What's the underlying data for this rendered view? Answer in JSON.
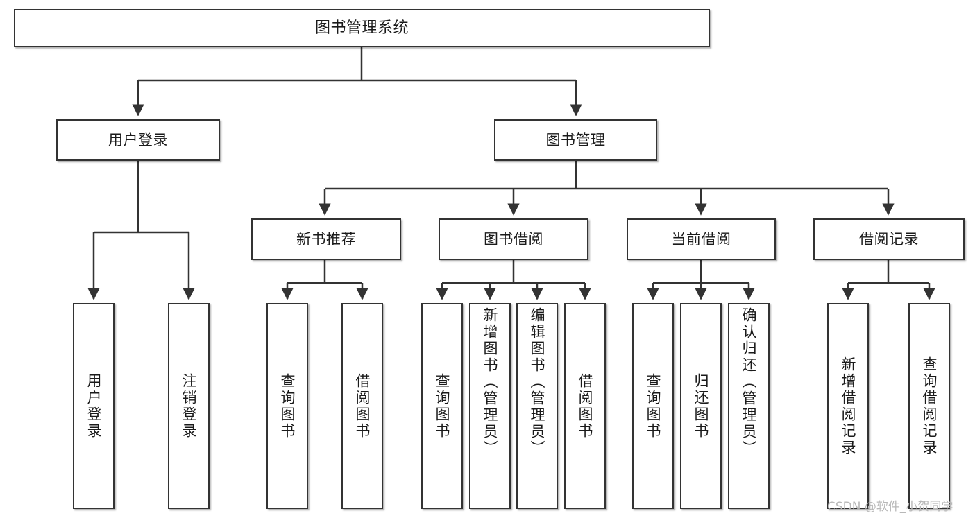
{
  "diagram": {
    "title": "图书管理系统",
    "type": "tree-hierarchy",
    "watermark": "CSDN @软件_小贺同学",
    "colors": {
      "box_border": "#333333",
      "box_fill": "#ffffff",
      "edge": "#333333",
      "text": "#1a1a1a",
      "watermark": "#b8b8b8",
      "background": "#ffffff"
    },
    "root": {
      "label": "图书管理系统"
    },
    "level2": [
      {
        "id": "user-login",
        "label": "用户登录"
      },
      {
        "id": "book-manage",
        "label": "图书管理"
      }
    ],
    "level3": [
      {
        "id": "new-book-rec",
        "label": "新书推荐",
        "parent": "book-manage"
      },
      {
        "id": "book-borrow",
        "label": "图书借阅",
        "parent": "book-manage"
      },
      {
        "id": "current-borrow",
        "label": "当前借阅",
        "parent": "book-manage"
      },
      {
        "id": "borrow-record",
        "label": "借阅记录",
        "parent": "book-manage"
      }
    ],
    "leaves": [
      {
        "id": "leaf-user-login",
        "label": "用户登录",
        "parent": "user-login"
      },
      {
        "id": "leaf-user-logout",
        "label": "注销登录",
        "parent": "user-login"
      },
      {
        "id": "leaf-query-book-1",
        "label": "查询图书",
        "parent": "new-book-rec"
      },
      {
        "id": "leaf-borrow-book-1",
        "label": "借阅图书",
        "parent": "new-book-rec"
      },
      {
        "id": "leaf-query-book-2",
        "label": "查询图书",
        "parent": "book-borrow"
      },
      {
        "id": "leaf-add-book",
        "label": "新增图书（管理员）",
        "parent": "book-borrow"
      },
      {
        "id": "leaf-edit-book",
        "label": "编辑图书（管理员）",
        "parent": "book-borrow"
      },
      {
        "id": "leaf-borrow-book-2",
        "label": "借阅图书",
        "parent": "book-borrow"
      },
      {
        "id": "leaf-query-book-3",
        "label": "查询图书",
        "parent": "current-borrow"
      },
      {
        "id": "leaf-return-book",
        "label": "归还图书",
        "parent": "current-borrow"
      },
      {
        "id": "leaf-confirm-return",
        "label": "确认归还（管理员）",
        "parent": "current-borrow"
      },
      {
        "id": "leaf-add-record",
        "label": "新增借阅记录",
        "parent": "borrow-record"
      },
      {
        "id": "leaf-query-record",
        "label": "查询借阅记录",
        "parent": "borrow-record"
      }
    ]
  }
}
